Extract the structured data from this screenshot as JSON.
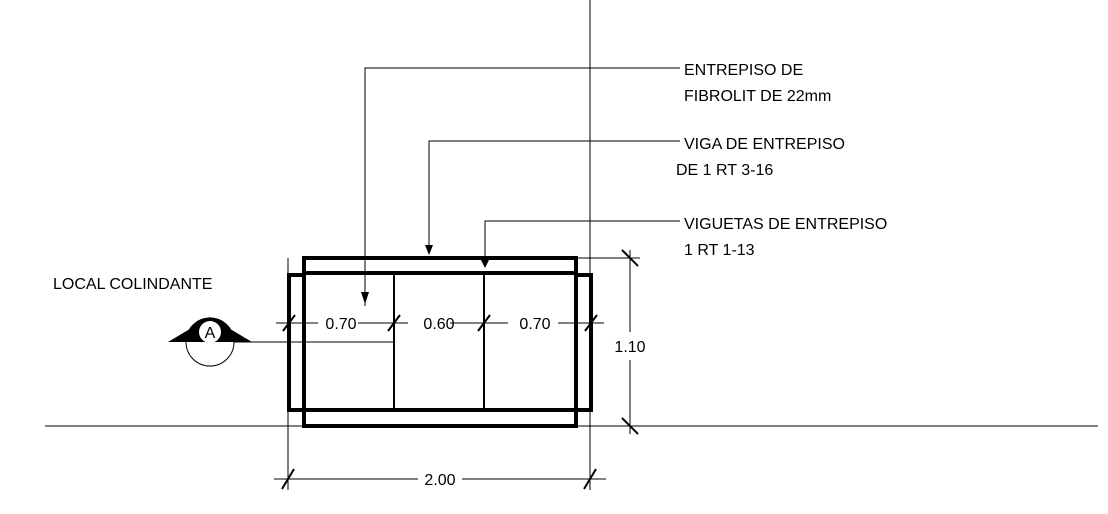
{
  "annotations": {
    "entrepiso_line1": "ENTREPISO DE",
    "entrepiso_line2": "FIBROLIT DE 22mm",
    "viga_line1": "VIGA DE ENTREPISO",
    "viga_line2": "DE 1 RT 3-16",
    "viguetas_line1": "VIGUETAS DE ENTREPISO",
    "viguetas_line2": "1 RT 1-13"
  },
  "local_label": "LOCAL COLINDANTE",
  "section_marker": "A",
  "dimensions": {
    "span_left": "0.70",
    "span_middle": "0.60",
    "span_right": "0.70",
    "total_width": "2.00",
    "height": "1.10"
  }
}
